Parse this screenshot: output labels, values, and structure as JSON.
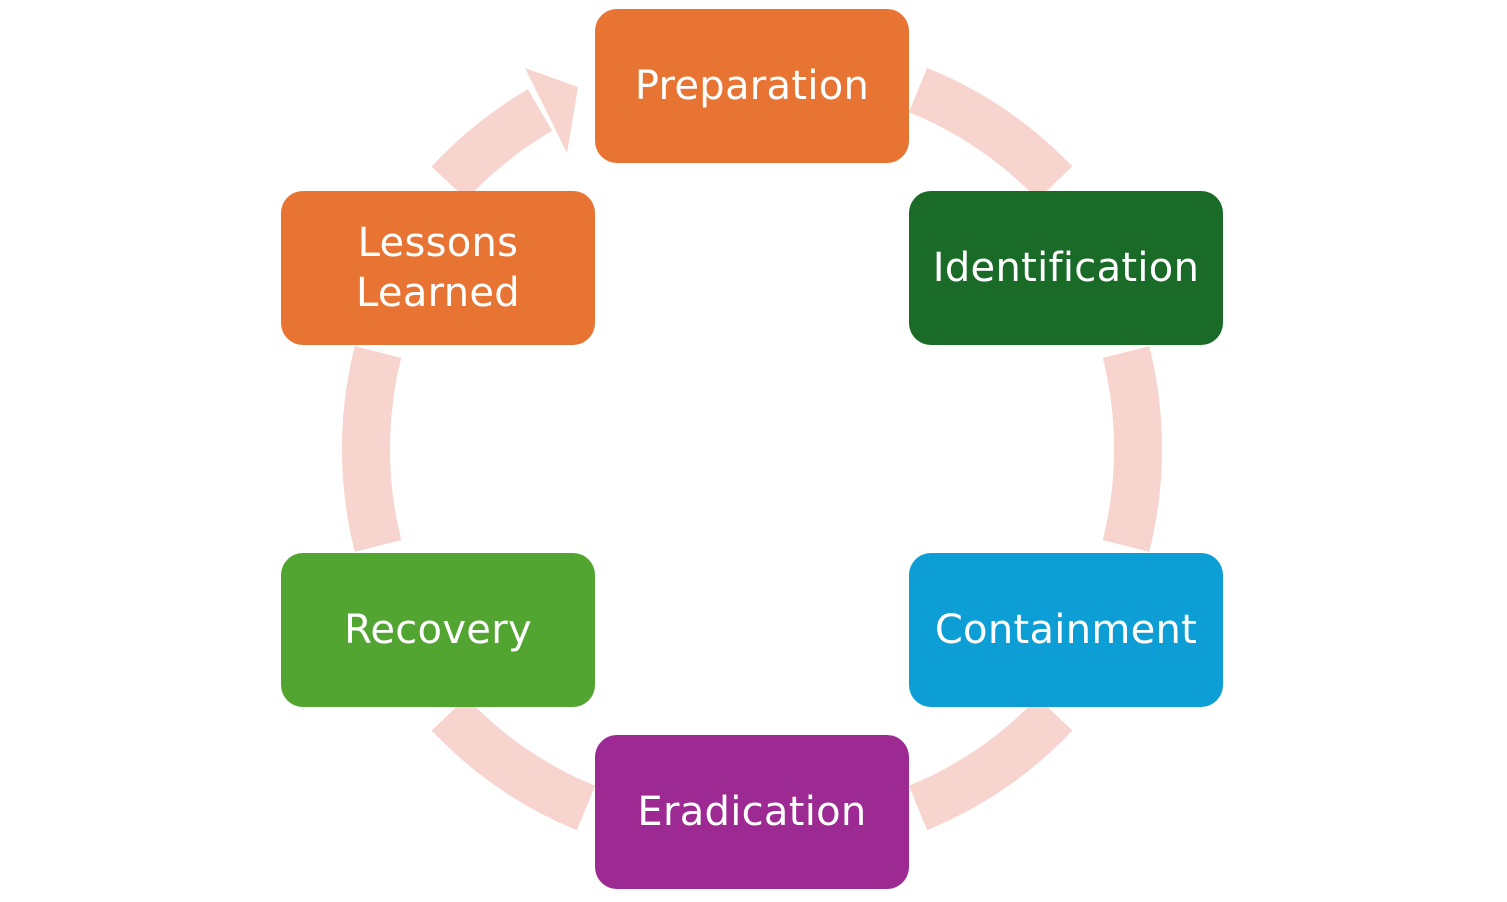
{
  "stages": [
    {
      "id": "preparation",
      "label": "Preparation",
      "color": "#E87433"
    },
    {
      "id": "identification",
      "label": "Identification",
      "color": "#1B6B28"
    },
    {
      "id": "containment",
      "label": "Containment",
      "color": "#0E9ED6"
    },
    {
      "id": "eradication",
      "label": "Eradication",
      "color": "#9C2A92"
    },
    {
      "id": "recovery",
      "label": "Recovery",
      "color": "#52A531"
    },
    {
      "id": "lessons-learned",
      "label": "Lessons\nLearned",
      "color": "#E87433"
    }
  ],
  "ring": {
    "color": "#F7D5CE",
    "direction": "clockwise"
  }
}
